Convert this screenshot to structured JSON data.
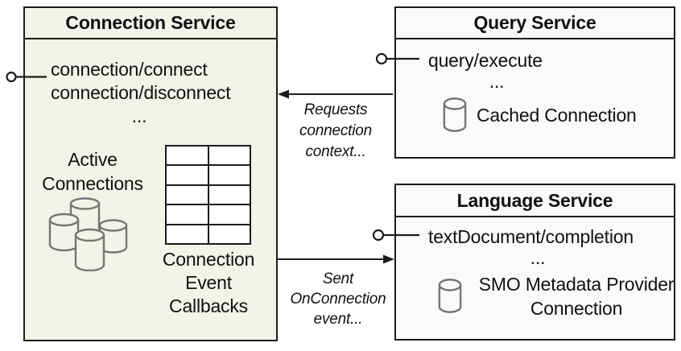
{
  "colors": {
    "border": "#1c1c1c",
    "connection_bg": "#f2f4e9",
    "service_bg": "#fafafa",
    "cylinder": "#767676",
    "text": "#111111"
  },
  "connection_service": {
    "title": "Connection Service",
    "methods": [
      "connection/connect",
      "connection/disconnect"
    ],
    "ellipsis": "...",
    "active_connections_label": "Active Connections",
    "callbacks_label": "Connection Event Callbacks"
  },
  "query_service": {
    "title": "Query Service",
    "methods": [
      "query/execute"
    ],
    "ellipsis": "...",
    "store_label": "Cached Connection"
  },
  "language_service": {
    "title": "Language Service",
    "methods": [
      "textDocument/completion"
    ],
    "ellipsis": "...",
    "store_label": "SMO Metadata Provider Connection"
  },
  "arrows": {
    "requests_label": "Requests connection context...",
    "sent_label": "Sent OnConnection event..."
  },
  "icons": {
    "cluster": "database-cluster-icon",
    "database": "database-icon",
    "connector": "provided-interface-connector"
  }
}
